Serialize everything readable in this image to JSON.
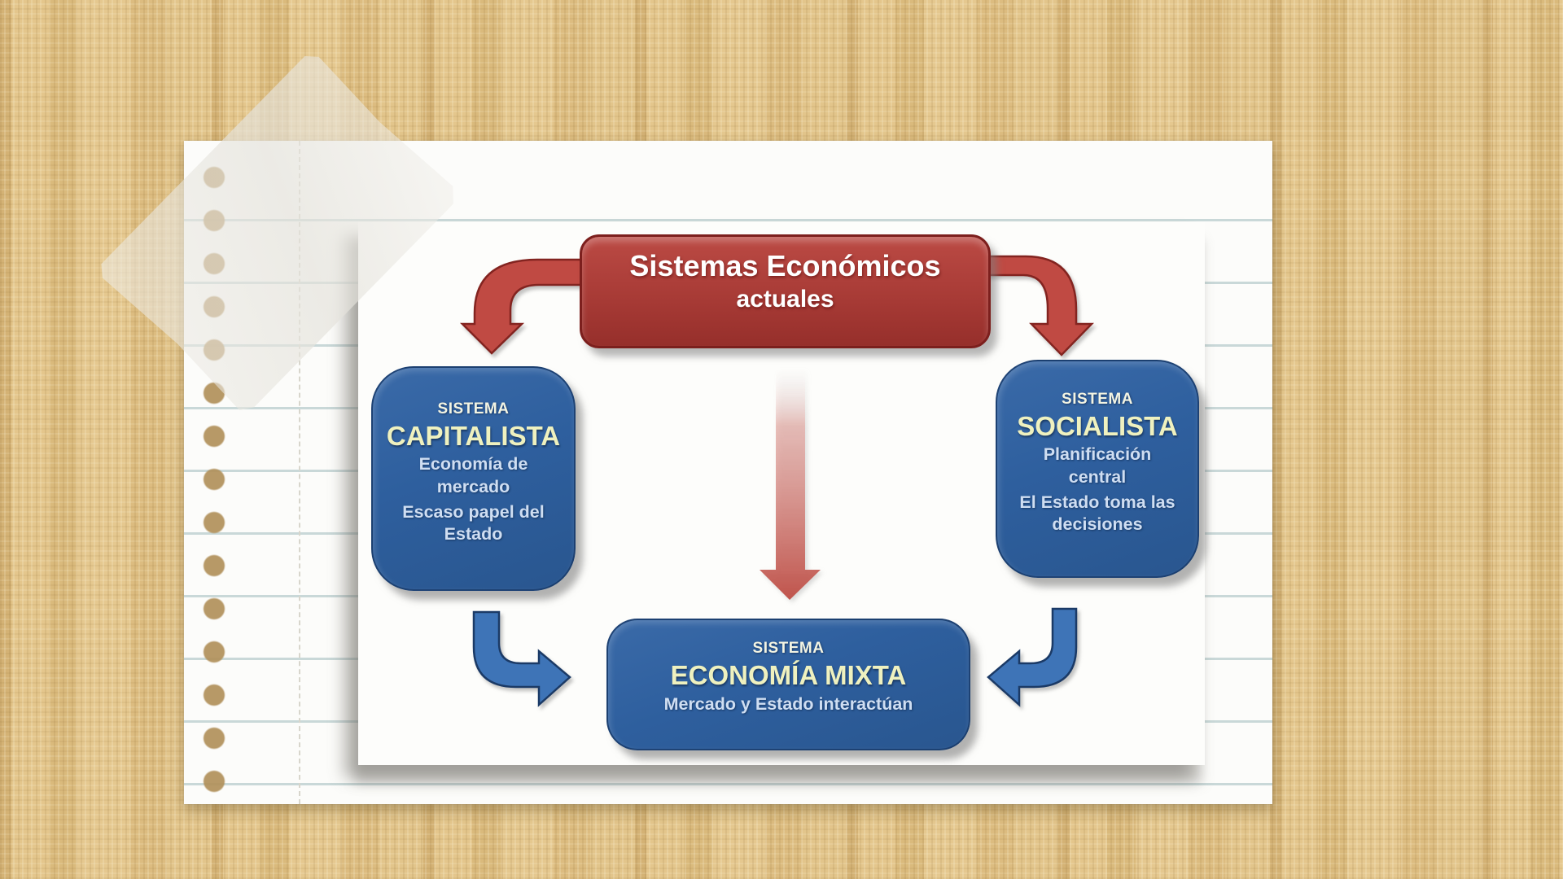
{
  "scene": {
    "background_color": "#e0c186",
    "paper_color": "#fcfcfa",
    "rule_line_color": "#c9d8d8",
    "margin_line_color": "#d8d6cc",
    "hole_color": "#b1905a",
    "tape_color": "rgba(236,234,228,0.6)"
  },
  "diagram": {
    "colors": {
      "red_box_fill": "#a83b36",
      "red_box_border": "#7c1f1d",
      "red_arrow": "#c04a43",
      "red_arrow_border": "#832420",
      "blue_box_fill": "#2e5f9e",
      "blue_box_border": "#1c3f6e",
      "blue_arrow": "#3e74b7",
      "blue_arrow_border": "#1b3a66",
      "title_text": "#ffffff",
      "kicker_text": "#f3f4e3",
      "headline_text": "#eff1bf",
      "body_text": "#cfdef2"
    },
    "title_box": {
      "line1": "Sistemas Económicos",
      "line2": "actuales"
    },
    "boxes": [
      {
        "kicker": "SISTEMA",
        "title": "CAPITALISTA",
        "body": [
          "Economía de mercado",
          "Escaso papel del Estado"
        ]
      },
      {
        "kicker": "SISTEMA",
        "title": "SOCIALISTA",
        "body": [
          "Planificación central",
          "El Estado toma las decisiones"
        ]
      },
      {
        "kicker": "SISTEMA",
        "title": "ECONOMÍA MIXTA",
        "body": [
          "Mercado y Estado interactúan"
        ]
      }
    ]
  }
}
